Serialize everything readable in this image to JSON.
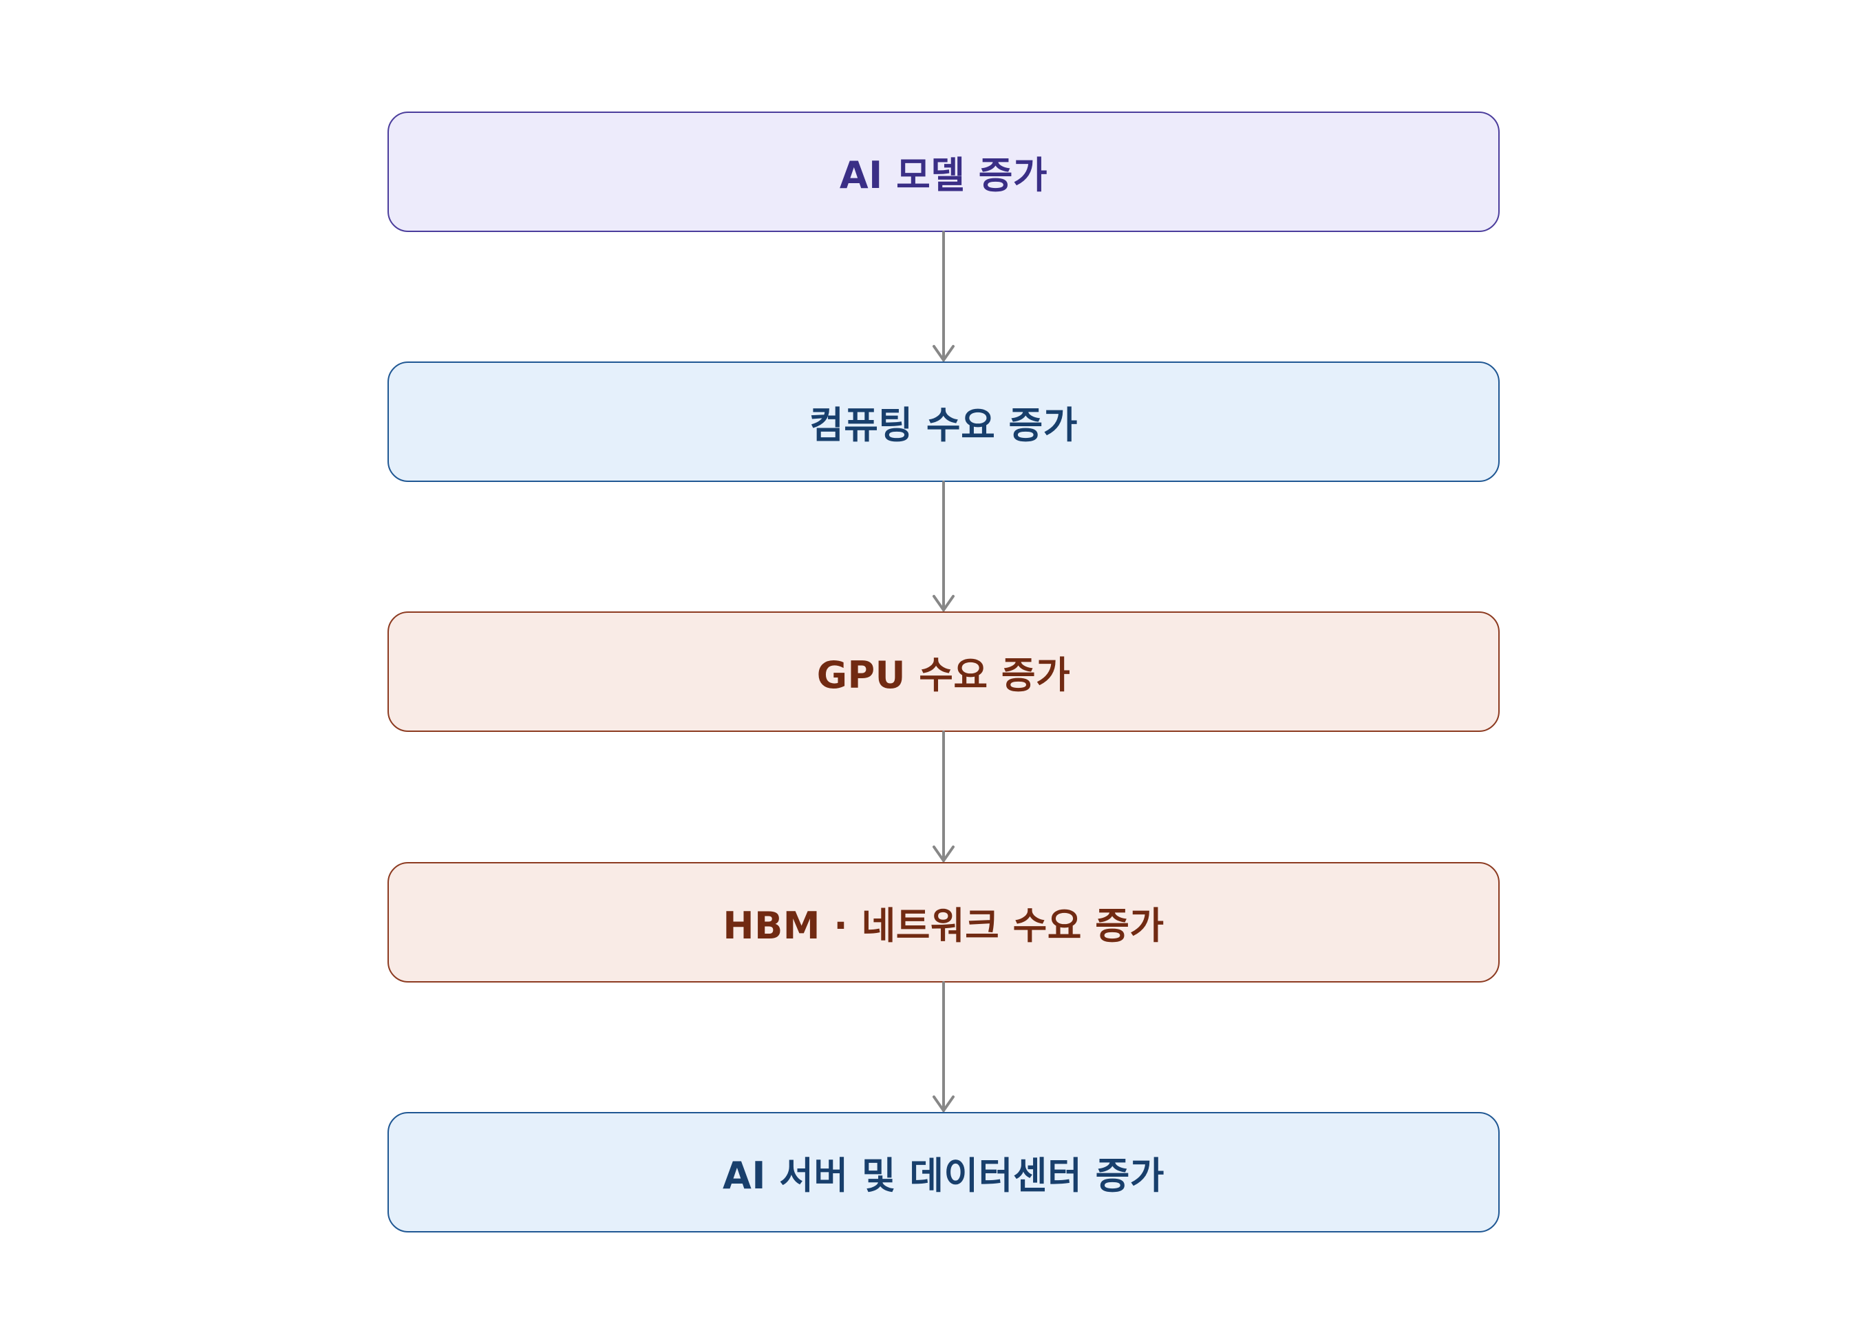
{
  "nodes": [
    {
      "label": "AI 모델 증가",
      "style": "purple"
    },
    {
      "label": "컴퓨팅 수요 증가",
      "style": "blue"
    },
    {
      "label": "GPU 수요 증가",
      "style": "red"
    },
    {
      "label": "HBM · 네트워크 수요 증가",
      "style": "red"
    },
    {
      "label": "AI 서버 및 데이터센터 증가",
      "style": "blue"
    }
  ],
  "colors": {
    "purple_fill": "#edebfb",
    "purple_text": "#3a2e86",
    "blue_fill": "#e5f0fb",
    "blue_text": "#183f6c",
    "red_fill": "#f9ebe6",
    "red_text": "#712a12",
    "arrow": "#878787"
  }
}
